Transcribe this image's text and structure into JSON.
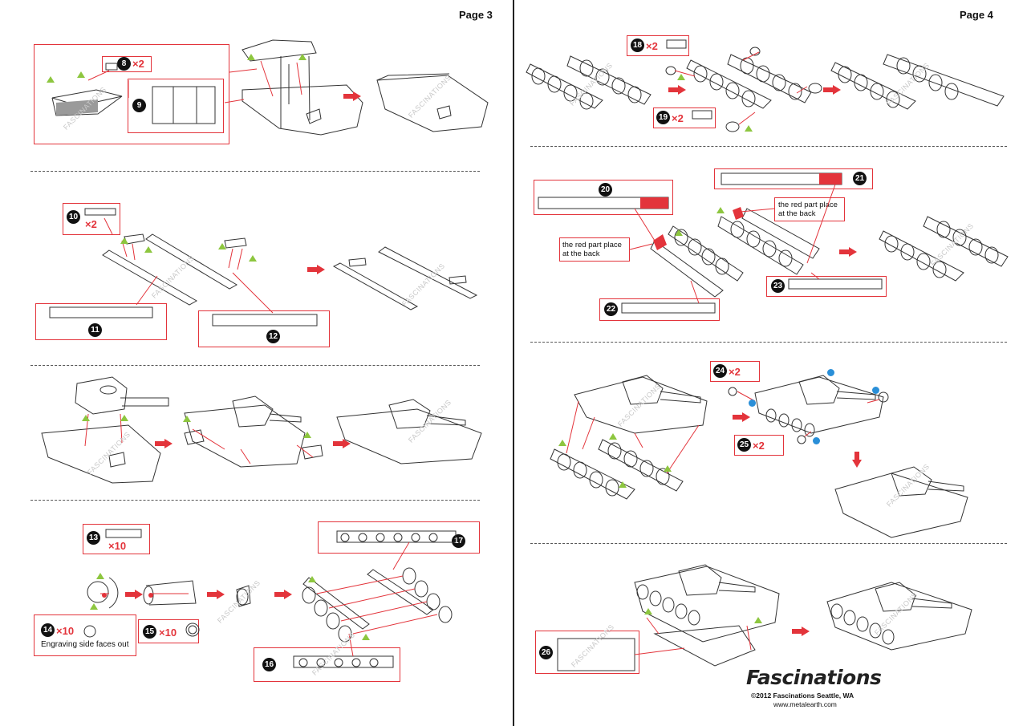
{
  "pages": {
    "left": {
      "page_label": "Page 3"
    },
    "right": {
      "page_label": "Page 4"
    }
  },
  "parts": {
    "p8": {
      "num": "8",
      "qty": "×2"
    },
    "p9": {
      "num": "9"
    },
    "p10": {
      "num": "10",
      "qty": "×2"
    },
    "p11": {
      "num": "11"
    },
    "p12": {
      "num": "12"
    },
    "p13": {
      "num": "13",
      "qty": "×10"
    },
    "p14": {
      "num": "14",
      "qty": "×10",
      "note": "Engraving side faces out"
    },
    "p15": {
      "num": "15",
      "qty": "×10"
    },
    "p16": {
      "num": "16"
    },
    "p17": {
      "num": "17"
    },
    "p18": {
      "num": "18",
      "qty": "×2"
    },
    "p19": {
      "num": "19",
      "qty": "×2"
    },
    "p20": {
      "num": "20"
    },
    "p21": {
      "num": "21"
    },
    "p22": {
      "num": "22"
    },
    "p23": {
      "num": "23"
    },
    "p24": {
      "num": "24",
      "qty": "×2"
    },
    "p25": {
      "num": "25",
      "qty": "×2"
    },
    "p26": {
      "num": "26"
    }
  },
  "notes": {
    "red_part_left": "the red part place at the back",
    "red_part_right": "the red part place at the back"
  },
  "watermark": "FASCINATIONS",
  "brand": {
    "logo": "Fascinations",
    "copyright": "©2012 Fascinations Seattle, WA",
    "url": "www.metalearth.com"
  },
  "colors": {
    "accent_red": "#e3343b",
    "tab_green": "#8dc63f",
    "pin_blue": "#2a8fd8",
    "line": "#333333"
  },
  "icons": [
    "arrow-right-icon",
    "arrow-down-icon",
    "green-triangle-icon",
    "blue-dot-icon"
  ]
}
